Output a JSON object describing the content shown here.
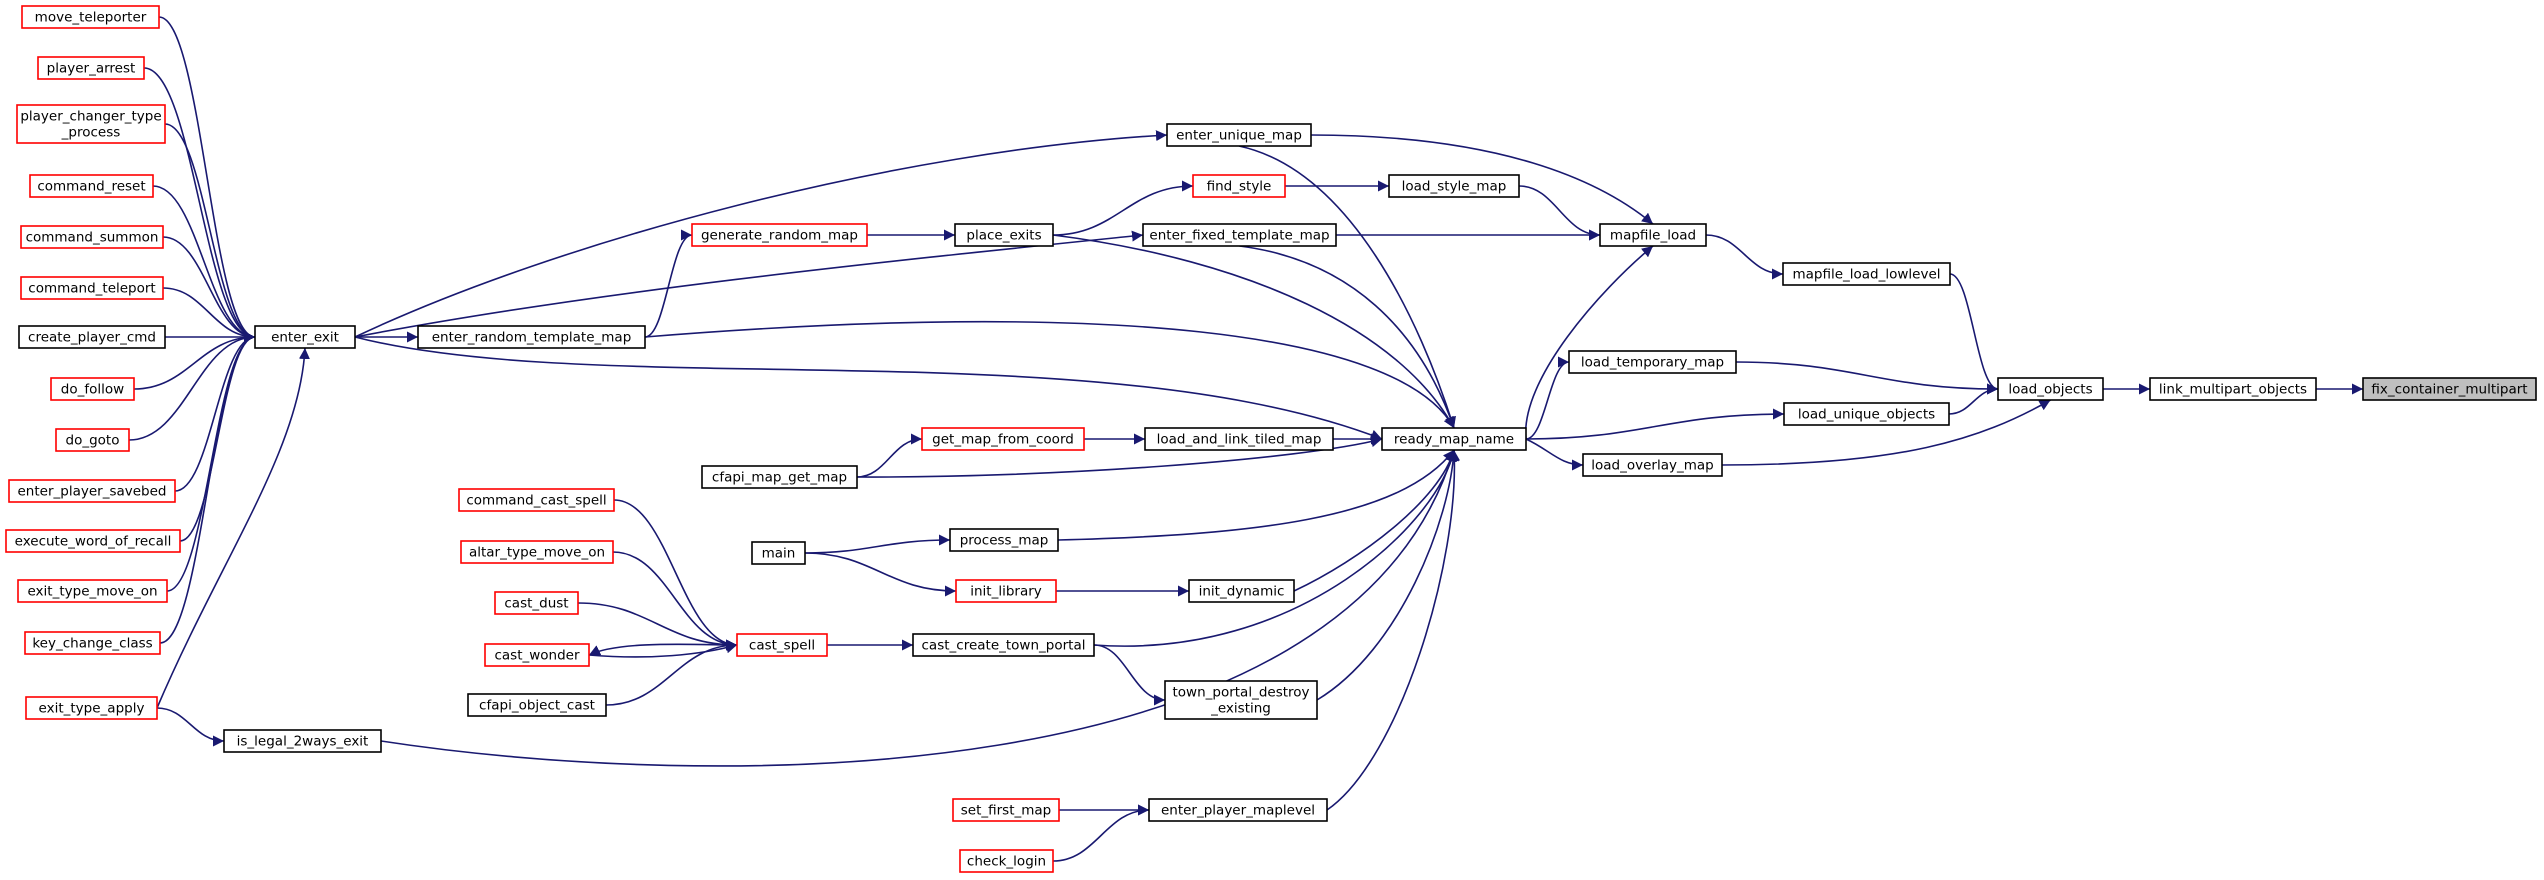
{
  "graph": {
    "colors": {
      "edge": "#191970",
      "node_border_default": "#000000",
      "node_border_incomplete": "#ff0000",
      "node_fill_default": "#ffffff",
      "node_fill_root": "#bfbfbf"
    },
    "nodes": [
      {
        "id": "fix_container_multipart",
        "lines": [
          "fix_container_multipart"
        ],
        "style": "root"
      },
      {
        "id": "link_multipart_objects",
        "lines": [
          "link_multipart_objects"
        ],
        "style": "normal"
      },
      {
        "id": "load_objects",
        "lines": [
          "load_objects"
        ],
        "style": "normal"
      },
      {
        "id": "mapfile_load_lowlevel",
        "lines": [
          "mapfile_load_lowlevel"
        ],
        "style": "normal"
      },
      {
        "id": "load_unique_objects",
        "lines": [
          "load_unique_objects"
        ],
        "style": "normal"
      },
      {
        "id": "load_temporary_map",
        "lines": [
          "load_temporary_map"
        ],
        "style": "normal"
      },
      {
        "id": "load_overlay_map",
        "lines": [
          "load_overlay_map"
        ],
        "style": "normal"
      },
      {
        "id": "mapfile_load",
        "lines": [
          "mapfile_load"
        ],
        "style": "normal"
      },
      {
        "id": "ready_map_name",
        "lines": [
          "ready_map_name"
        ],
        "style": "normal"
      },
      {
        "id": "load_style_map",
        "lines": [
          "load_style_map"
        ],
        "style": "normal"
      },
      {
        "id": "enter_unique_map",
        "lines": [
          "enter_unique_map"
        ],
        "style": "normal"
      },
      {
        "id": "enter_fixed_template_map",
        "lines": [
          "enter_fixed_template_map"
        ],
        "style": "normal"
      },
      {
        "id": "find_style",
        "lines": [
          "find_style"
        ],
        "style": "incomplete"
      },
      {
        "id": "place_exits",
        "lines": [
          "place_exits"
        ],
        "style": "normal"
      },
      {
        "id": "generate_random_map",
        "lines": [
          "generate_random_map"
        ],
        "style": "incomplete"
      },
      {
        "id": "enter_random_template_map",
        "lines": [
          "enter_random_template_map"
        ],
        "style": "normal"
      },
      {
        "id": "enter_exit",
        "lines": [
          "enter_exit"
        ],
        "style": "normal"
      },
      {
        "id": "load_and_link_tiled_map",
        "lines": [
          "load_and_link_tiled_map"
        ],
        "style": "normal"
      },
      {
        "id": "get_map_from_coord",
        "lines": [
          "get_map_from_coord"
        ],
        "style": "incomplete"
      },
      {
        "id": "cfapi_map_get_map",
        "lines": [
          "cfapi_map_get_map"
        ],
        "style": "normal"
      },
      {
        "id": "process_map",
        "lines": [
          "process_map"
        ],
        "style": "normal"
      },
      {
        "id": "main",
        "lines": [
          "main"
        ],
        "style": "normal"
      },
      {
        "id": "init_dynamic",
        "lines": [
          "init_dynamic"
        ],
        "style": "normal"
      },
      {
        "id": "init_library",
        "lines": [
          "init_library"
        ],
        "style": "incomplete"
      },
      {
        "id": "cast_create_town_portal",
        "lines": [
          "cast_create_town_portal"
        ],
        "style": "normal"
      },
      {
        "id": "town_portal_destroy_existing",
        "lines": [
          "town_portal_destroy",
          "_existing"
        ],
        "style": "normal"
      },
      {
        "id": "cast_spell",
        "lines": [
          "cast_spell"
        ],
        "style": "incomplete"
      },
      {
        "id": "command_cast_spell",
        "lines": [
          "command_cast_spell"
        ],
        "style": "incomplete"
      },
      {
        "id": "altar_type_move_on",
        "lines": [
          "altar_type_move_on"
        ],
        "style": "incomplete"
      },
      {
        "id": "cast_dust",
        "lines": [
          "cast_dust"
        ],
        "style": "incomplete"
      },
      {
        "id": "cast_wonder",
        "lines": [
          "cast_wonder"
        ],
        "style": "incomplete"
      },
      {
        "id": "cfapi_object_cast",
        "lines": [
          "cfapi_object_cast"
        ],
        "style": "normal"
      },
      {
        "id": "is_legal_2ways_exit",
        "lines": [
          "is_legal_2ways_exit"
        ],
        "style": "normal"
      },
      {
        "id": "exit_type_apply",
        "lines": [
          "exit_type_apply"
        ],
        "style": "incomplete"
      },
      {
        "id": "enter_player_maplevel",
        "lines": [
          "enter_player_maplevel"
        ],
        "style": "normal"
      },
      {
        "id": "set_first_map",
        "lines": [
          "set_first_map"
        ],
        "style": "incomplete"
      },
      {
        "id": "check_login",
        "lines": [
          "check_login"
        ],
        "style": "incomplete"
      },
      {
        "id": "move_teleporter",
        "lines": [
          "move_teleporter"
        ],
        "style": "incomplete"
      },
      {
        "id": "player_arrest",
        "lines": [
          "player_arrest"
        ],
        "style": "incomplete"
      },
      {
        "id": "player_changer_type_process",
        "lines": [
          "player_changer_type",
          "_process"
        ],
        "style": "incomplete"
      },
      {
        "id": "command_reset",
        "lines": [
          "command_reset"
        ],
        "style": "incomplete"
      },
      {
        "id": "command_summon",
        "lines": [
          "command_summon"
        ],
        "style": "incomplete"
      },
      {
        "id": "command_teleport",
        "lines": [
          "command_teleport"
        ],
        "style": "incomplete"
      },
      {
        "id": "create_player_cmd",
        "lines": [
          "create_player_cmd"
        ],
        "style": "normal"
      },
      {
        "id": "do_follow",
        "lines": [
          "do_follow"
        ],
        "style": "incomplete"
      },
      {
        "id": "do_goto",
        "lines": [
          "do_goto"
        ],
        "style": "incomplete"
      },
      {
        "id": "enter_player_savebed",
        "lines": [
          "enter_player_savebed"
        ],
        "style": "incomplete"
      },
      {
        "id": "execute_word_of_recall",
        "lines": [
          "execute_word_of_recall"
        ],
        "style": "incomplete"
      },
      {
        "id": "exit_type_move_on",
        "lines": [
          "exit_type_move_on"
        ],
        "style": "incomplete"
      },
      {
        "id": "key_change_class",
        "lines": [
          "key_change_class"
        ],
        "style": "incomplete"
      }
    ],
    "edges": [
      {
        "from": "link_multipart_objects",
        "to": "fix_container_multipart"
      },
      {
        "from": "load_objects",
        "to": "link_multipart_objects"
      },
      {
        "from": "mapfile_load_lowlevel",
        "to": "load_objects"
      },
      {
        "from": "load_unique_objects",
        "to": "load_objects"
      },
      {
        "from": "load_temporary_map",
        "to": "load_objects"
      },
      {
        "from": "load_overlay_map",
        "to": "load_objects"
      },
      {
        "from": "mapfile_load",
        "to": "mapfile_load_lowlevel"
      },
      {
        "from": "ready_map_name",
        "to": "load_unique_objects"
      },
      {
        "from": "ready_map_name",
        "to": "load_temporary_map"
      },
      {
        "from": "ready_map_name",
        "to": "load_overlay_map"
      },
      {
        "from": "ready_map_name",
        "to": "mapfile_load"
      },
      {
        "from": "load_style_map",
        "to": "mapfile_load"
      },
      {
        "from": "enter_unique_map",
        "to": "mapfile_load"
      },
      {
        "from": "enter_fixed_template_map",
        "to": "mapfile_load"
      },
      {
        "from": "find_style",
        "to": "load_style_map"
      },
      {
        "from": "place_exits",
        "to": "find_style"
      },
      {
        "from": "generate_random_map",
        "to": "place_exits"
      },
      {
        "from": "enter_random_template_map",
        "to": "generate_random_map"
      },
      {
        "from": "enter_exit",
        "to": "enter_random_template_map"
      },
      {
        "from": "enter_exit",
        "to": "enter_unique_map"
      },
      {
        "from": "enter_exit",
        "to": "enter_fixed_template_map"
      },
      {
        "from": "enter_exit",
        "to": "ready_map_name"
      },
      {
        "from": "enter_unique_map",
        "to": "ready_map_name"
      },
      {
        "from": "enter_fixed_template_map",
        "to": "ready_map_name"
      },
      {
        "from": "place_exits",
        "to": "ready_map_name"
      },
      {
        "from": "enter_random_template_map",
        "to": "ready_map_name"
      },
      {
        "from": "load_and_link_tiled_map",
        "to": "ready_map_name"
      },
      {
        "from": "get_map_from_coord",
        "to": "load_and_link_tiled_map"
      },
      {
        "from": "cfapi_map_get_map",
        "to": "get_map_from_coord"
      },
      {
        "from": "cfapi_map_get_map",
        "to": "ready_map_name"
      },
      {
        "from": "process_map",
        "to": "ready_map_name"
      },
      {
        "from": "main",
        "to": "process_map"
      },
      {
        "from": "main",
        "to": "init_library"
      },
      {
        "from": "init_library",
        "to": "init_dynamic"
      },
      {
        "from": "init_dynamic",
        "to": "ready_map_name"
      },
      {
        "from": "cast_create_town_portal",
        "to": "ready_map_name"
      },
      {
        "from": "cast_create_town_portal",
        "to": "town_portal_destroy_existing"
      },
      {
        "from": "town_portal_destroy_existing",
        "to": "ready_map_name"
      },
      {
        "from": "cast_spell",
        "to": "cast_create_town_portal"
      },
      {
        "from": "cast_spell",
        "to": "cast_wonder"
      },
      {
        "from": "command_cast_spell",
        "to": "cast_spell"
      },
      {
        "from": "altar_type_move_on",
        "to": "cast_spell"
      },
      {
        "from": "cast_dust",
        "to": "cast_spell"
      },
      {
        "from": "cast_wonder",
        "to": "cast_spell"
      },
      {
        "from": "cfapi_object_cast",
        "to": "cast_spell"
      },
      {
        "from": "is_legal_2ways_exit",
        "to": "ready_map_name"
      },
      {
        "from": "exit_type_apply",
        "to": "is_legal_2ways_exit"
      },
      {
        "from": "enter_player_maplevel",
        "to": "ready_map_name"
      },
      {
        "from": "set_first_map",
        "to": "enter_player_maplevel"
      },
      {
        "from": "check_login",
        "to": "enter_player_maplevel"
      },
      {
        "from": "move_teleporter",
        "to": "enter_exit"
      },
      {
        "from": "player_arrest",
        "to": "enter_exit"
      },
      {
        "from": "player_changer_type_process",
        "to": "enter_exit"
      },
      {
        "from": "command_reset",
        "to": "enter_exit"
      },
      {
        "from": "command_summon",
        "to": "enter_exit"
      },
      {
        "from": "command_teleport",
        "to": "enter_exit"
      },
      {
        "from": "create_player_cmd",
        "to": "enter_exit"
      },
      {
        "from": "do_follow",
        "to": "enter_exit"
      },
      {
        "from": "do_goto",
        "to": "enter_exit"
      },
      {
        "from": "enter_player_savebed",
        "to": "enter_exit"
      },
      {
        "from": "execute_word_of_recall",
        "to": "enter_exit"
      },
      {
        "from": "exit_type_move_on",
        "to": "enter_exit"
      },
      {
        "from": "key_change_class",
        "to": "enter_exit"
      },
      {
        "from": "exit_type_apply",
        "to": "enter_exit"
      }
    ]
  }
}
